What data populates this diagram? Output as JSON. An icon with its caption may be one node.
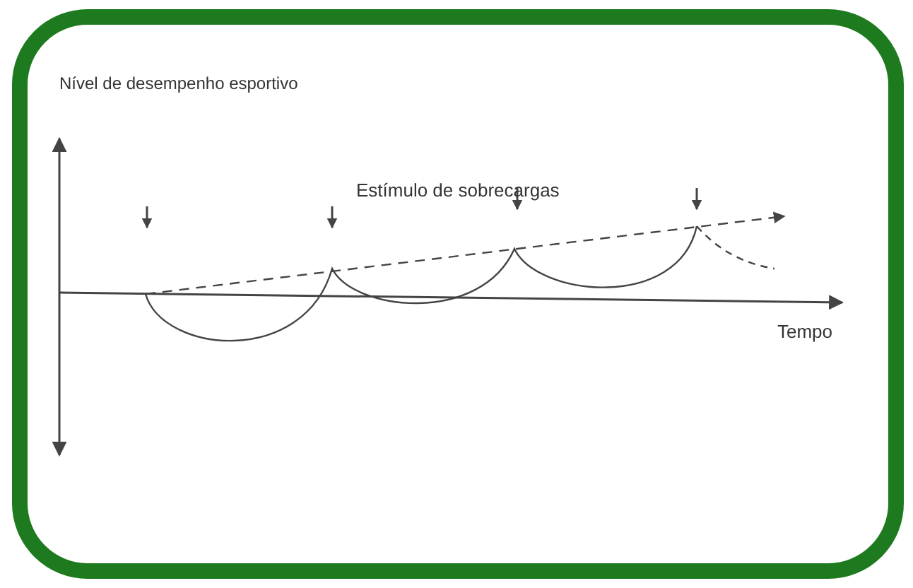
{
  "diagram": {
    "labels": [
      "Nível de desempenho esportivo",
      "Estímulo de sobrecargas",
      "Tempo"
    ]
  }
}
